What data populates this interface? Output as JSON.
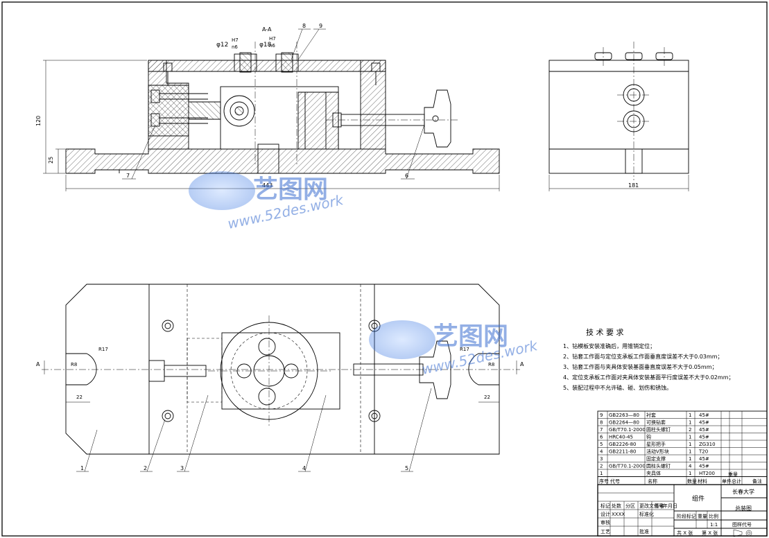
{
  "views": {
    "section_label": "A-A",
    "fit_left": "φ12",
    "fit_left_num": "H7",
    "fit_left_den": "n6",
    "fit_right": "φ18",
    "fit_right_num": "H7",
    "fit_right_den": "n6",
    "dim_height": "120",
    "dim_base": "25",
    "dim_length": "443",
    "dim_width": "181",
    "r_left": "R17",
    "r_right": "R17",
    "r8_left": "R8",
    "r8_right": "R8",
    "dim_22_left": "22",
    "dim_22_right": "22",
    "section_mark_left": "A",
    "section_mark_right": "A"
  },
  "balloons": [
    "1",
    "2",
    "3",
    "4",
    "5",
    "6",
    "7",
    "8",
    "9"
  ],
  "watermark": {
    "brand": "艺图网",
    "url": "www.52des.work"
  },
  "tech_requirements": {
    "title": "技 术 要 求",
    "items": [
      "1、钻模板安装准确后，用锥销定位；",
      "2、钻套工作面与定位支承板工作面垂直度误差不大于0.03mm；",
      "3、钻套工作面与夹具体安装基面垂直度误差不大于0.05mm；",
      "4、定位支承板工作面对夹具体安装基面平行度误差不大于0.02mm；",
      "5、装配过程中不允许磕、碰、划伤和锈蚀。"
    ]
  },
  "bom": {
    "rows": [
      [
        "9",
        "GB2263—80",
        "衬套",
        "1",
        "45#"
      ],
      [
        "8",
        "GB2264—80",
        "可换钻套",
        "1",
        "45#"
      ],
      [
        "7",
        "GB/T70.1-2000",
        "圆柱头螺钉",
        "2",
        "45#"
      ],
      [
        "6",
        "HRC40-45",
        "钩",
        "1",
        "45#"
      ],
      [
        "5",
        "GB2226-80",
        "星形把手",
        "1",
        "ZG310"
      ],
      [
        "4",
        "GB2211-80",
        "活动V形块",
        "1",
        "T20"
      ],
      [
        "3",
        "",
        "固定支撑",
        "1",
        "45#"
      ],
      [
        "2",
        "GB/T70.1-2000",
        "圆柱头螺钉",
        "4",
        "45#"
      ],
      [
        "1",
        "",
        "夹具体",
        "1",
        "HT200"
      ]
    ],
    "header": [
      "序号",
      "代号",
      "名称",
      "数量",
      "材料",
      "单件",
      "总计",
      "备注"
    ],
    "header_weight": "重量"
  },
  "title_block": {
    "part_name": "组件",
    "school": "长春大学",
    "drawing_name": "总装图",
    "stage": "阶段标记",
    "weight": "重量",
    "scale": "比例",
    "scale_value": "1:1",
    "sheet": "共 X 张",
    "sheet_no": "第 X 张",
    "design": "设计",
    "design_name": "XXXX",
    "check": "审核",
    "process": "工艺",
    "approve": "批准",
    "standard": "标准化",
    "mark": "标记",
    "count": "处数",
    "zone": "分区",
    "change_doc": "更改文件号",
    "sign": "签名",
    "date": "年月日",
    "code": "图样代号"
  }
}
